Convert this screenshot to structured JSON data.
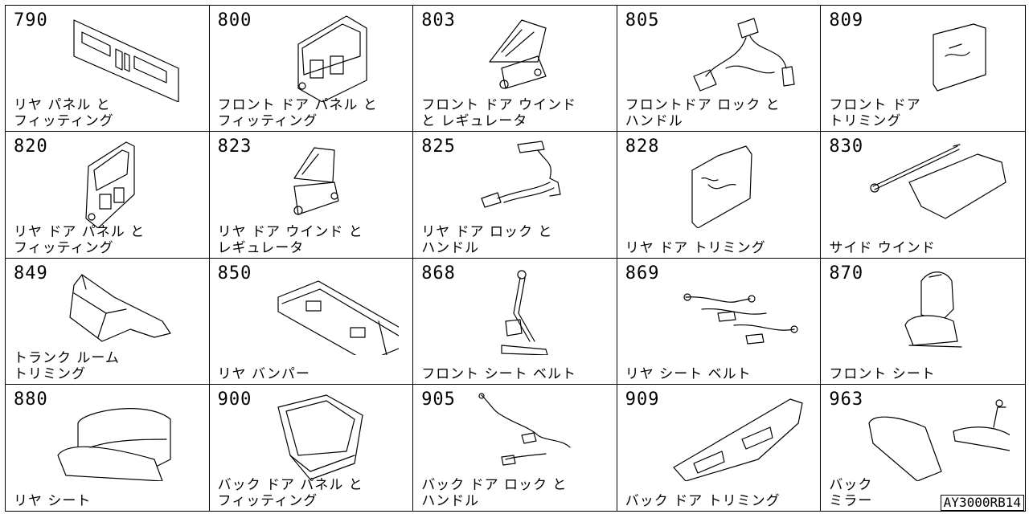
{
  "cells": [
    {
      "code": "790",
      "label": "リヤ パネル と\nフィッティング",
      "icon": "rear-panel-icon"
    },
    {
      "code": "800",
      "label": "フロント ドア パネル と\nフィッティング",
      "icon": "front-door-panel-icon"
    },
    {
      "code": "803",
      "label": "フロント ドア ウインド\nと レギュレータ",
      "icon": "front-door-window-regulator-icon"
    },
    {
      "code": "805",
      "label": "フロントドア ロック と\nハンドル",
      "icon": "front-door-lock-handle-icon"
    },
    {
      "code": "809",
      "label": "フロント ドア\nトリミング",
      "icon": "front-door-trim-icon"
    },
    {
      "code": "820",
      "label": "リヤ ドア パネル と\nフィッティング",
      "icon": "rear-door-panel-icon"
    },
    {
      "code": "823",
      "label": "リヤ ドア ウインド と\nレギュレータ",
      "icon": "rear-door-window-regulator-icon"
    },
    {
      "code": "825",
      "label": "リヤ ドア ロック と\nハンドル",
      "icon": "rear-door-lock-handle-icon"
    },
    {
      "code": "828",
      "label": "リヤ ドア トリミング",
      "icon": "rear-door-trim-icon"
    },
    {
      "code": "830",
      "label": "サイド ウインド",
      "icon": "side-window-icon"
    },
    {
      "code": "849",
      "label": "トランク ルーム\nトリミング",
      "icon": "trunk-room-trim-icon"
    },
    {
      "code": "850",
      "label": "リヤ バンパー",
      "icon": "rear-bumper-icon"
    },
    {
      "code": "868",
      "label": "フロント シート ベルト",
      "icon": "front-seat-belt-icon"
    },
    {
      "code": "869",
      "label": "リヤ シート ベルト",
      "icon": "rear-seat-belt-icon"
    },
    {
      "code": "870",
      "label": "フロント シート",
      "icon": "front-seat-icon"
    },
    {
      "code": "880",
      "label": "リヤ シート",
      "icon": "rear-seat-icon"
    },
    {
      "code": "900",
      "label": "バック ドア パネル と\nフィッティング",
      "icon": "back-door-panel-icon"
    },
    {
      "code": "905",
      "label": "バック ドア ロック と\nハンドル",
      "icon": "back-door-lock-handle-icon"
    },
    {
      "code": "909",
      "label": "バック ドア トリミング",
      "icon": "back-door-trim-icon"
    },
    {
      "code": "963",
      "label": "バック\nミラー",
      "icon": "back-mirror-icon"
    }
  ],
  "footer": {
    "reference": "AY3000RB14"
  }
}
